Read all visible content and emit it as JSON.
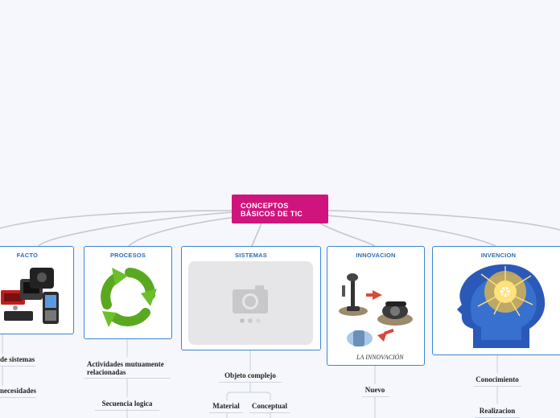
{
  "root": {
    "label_line1": "CONCEPTOS",
    "label_line2": "BÁSICOS DE TIC"
  },
  "topics": {
    "artefacto": {
      "title": "FACTO",
      "children": [
        "de sistemas",
        "necesidades"
      ]
    },
    "procesos": {
      "title": "PROCESOS",
      "children": [
        "Actividades mutuamente relacionadas",
        "Secuencia logica"
      ]
    },
    "sistemas": {
      "title": "SISTEMAS",
      "children": [
        "Objeto complejo"
      ],
      "grandchildren": [
        "Material",
        "Conceptual"
      ]
    },
    "innovacion": {
      "title": "INNOVACION",
      "children": [
        "Nuevo"
      ],
      "image_caption": "LA INNOVACIÓN"
    },
    "invencion": {
      "title": "INVENCION",
      "children": [
        "Conocimiento",
        "Realizacion"
      ]
    }
  },
  "colors": {
    "root": "#d0147e",
    "card_border": "#3b86d4",
    "title": "#2b6cb8",
    "link": "#c4c8ce"
  },
  "icons": [
    "devices-image",
    "recycle-arrows-icon",
    "camera-placeholder-icon",
    "telephone-evolution-image",
    "brain-head-image"
  ]
}
